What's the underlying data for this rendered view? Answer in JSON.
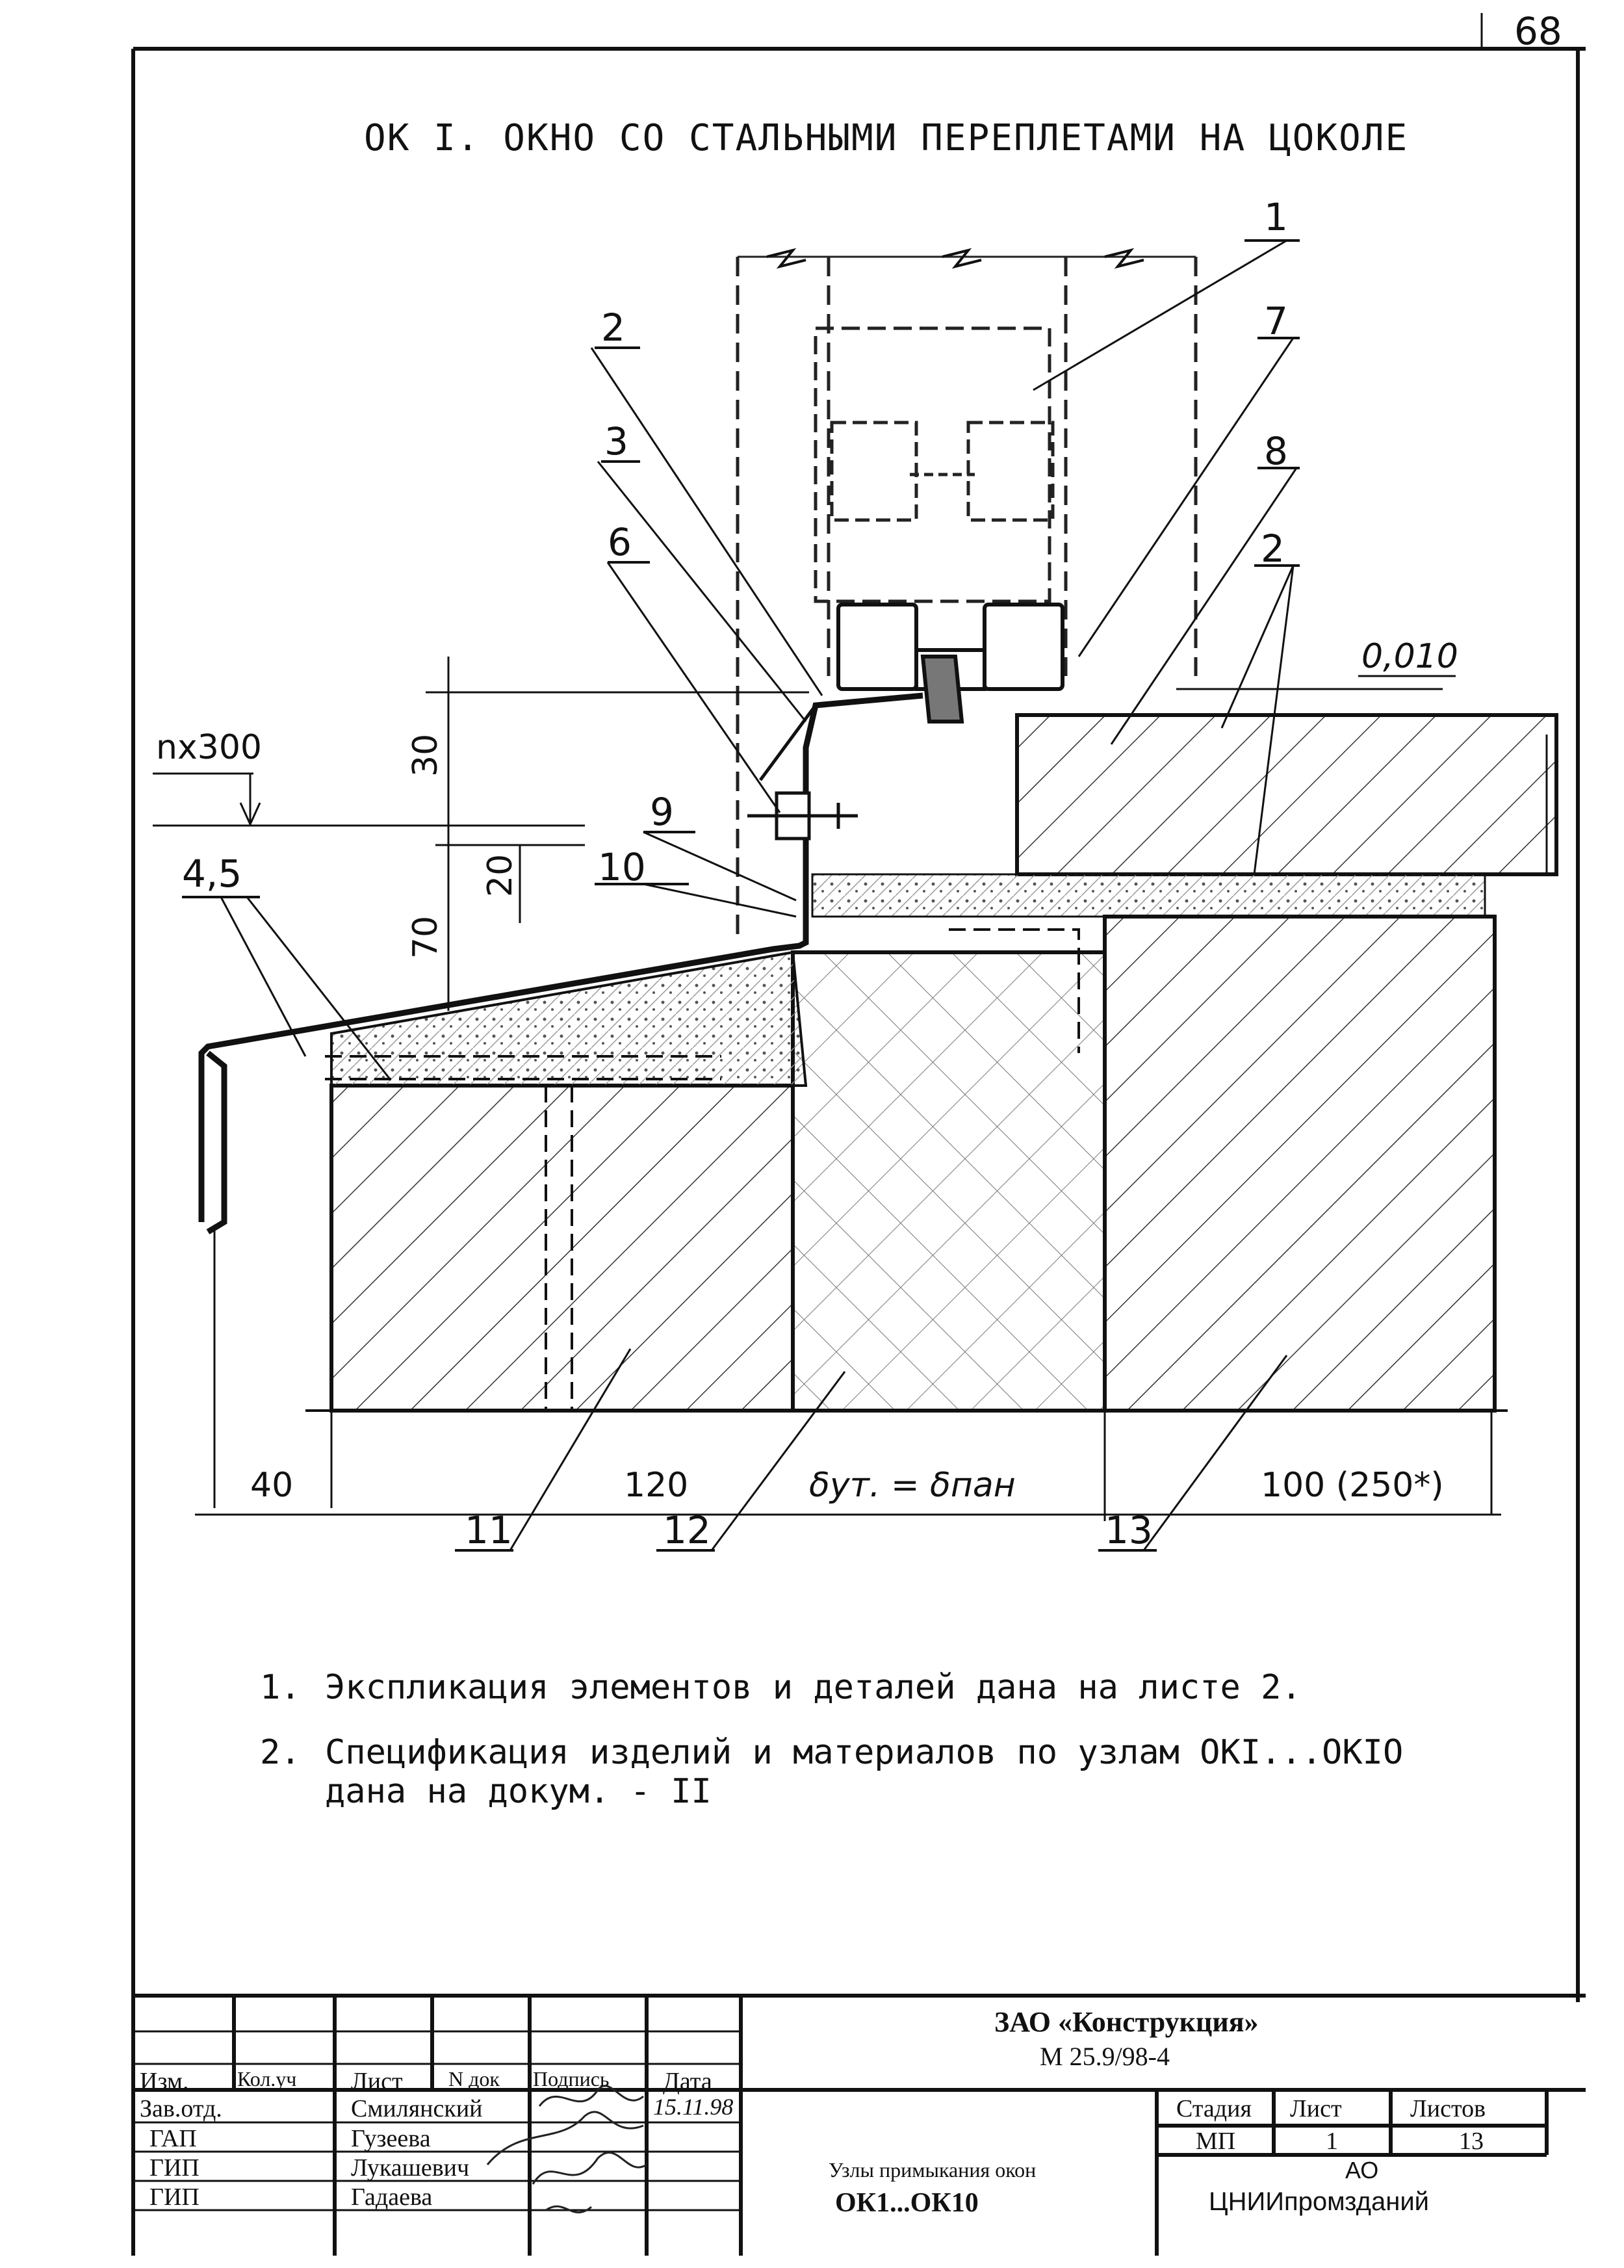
{
  "sheet_number": "68",
  "title": "ОК I. ОКНО СО СТАЛЬНЫМИ ПЕРЕПЛЕТАМИ НА ЦОКОЛЕ",
  "callouts": [
    "1",
    "2",
    "3",
    "6",
    "7",
    "8",
    "2",
    "9",
    "10",
    "4,5",
    "11",
    "12",
    "13"
  ],
  "level_mark": "0,010",
  "step_label": "nx300",
  "dimensions": {
    "d30": "30",
    "d20": "20",
    "d70": "70",
    "d40": "40",
    "d120": "120",
    "d_equation": "δут. = δпан",
    "d100": "100 (250*)"
  },
  "notes": [
    {
      "num": "1.",
      "text": "Экспликация элементов и деталей дана на листе 2."
    },
    {
      "num": "2.",
      "text": "Спецификация изделий и материалов по узлам ОКI...ОКIО"
    },
    {
      "num": "",
      "text": "дана на докум. - II"
    }
  ],
  "title_block": {
    "headers": {
      "izm": "Изм.",
      "kol_uch": "Кол.уч",
      "list": "Лист",
      "n_dok": "N док",
      "podpis": "Подпись",
      "data": "Дата"
    },
    "rows": [
      {
        "role": "Зав.отд.",
        "name": "Смилянский",
        "date": "15.11.98"
      },
      {
        "role": "ГАП",
        "name": "Гузеева",
        "date": ""
      },
      {
        "role": "ГИП",
        "name": "Лукашевич",
        "date": ""
      },
      {
        "role": "ГИП",
        "name": "Гадаева",
        "date": ""
      }
    ],
    "company": "ЗАО «Конструкция»",
    "doc_code": "М 25.9/98-4",
    "subject_line1": "Узлы примыкания окон",
    "subject_line2": "ОК1...ОК10",
    "stage_label": "Стадия",
    "sheet_label": "Лист",
    "sheets_label": "Листов",
    "stage": "МП",
    "sheet": "1",
    "sheets": "13",
    "org1": "АО",
    "org2": "ЦНИИпромзданий"
  }
}
